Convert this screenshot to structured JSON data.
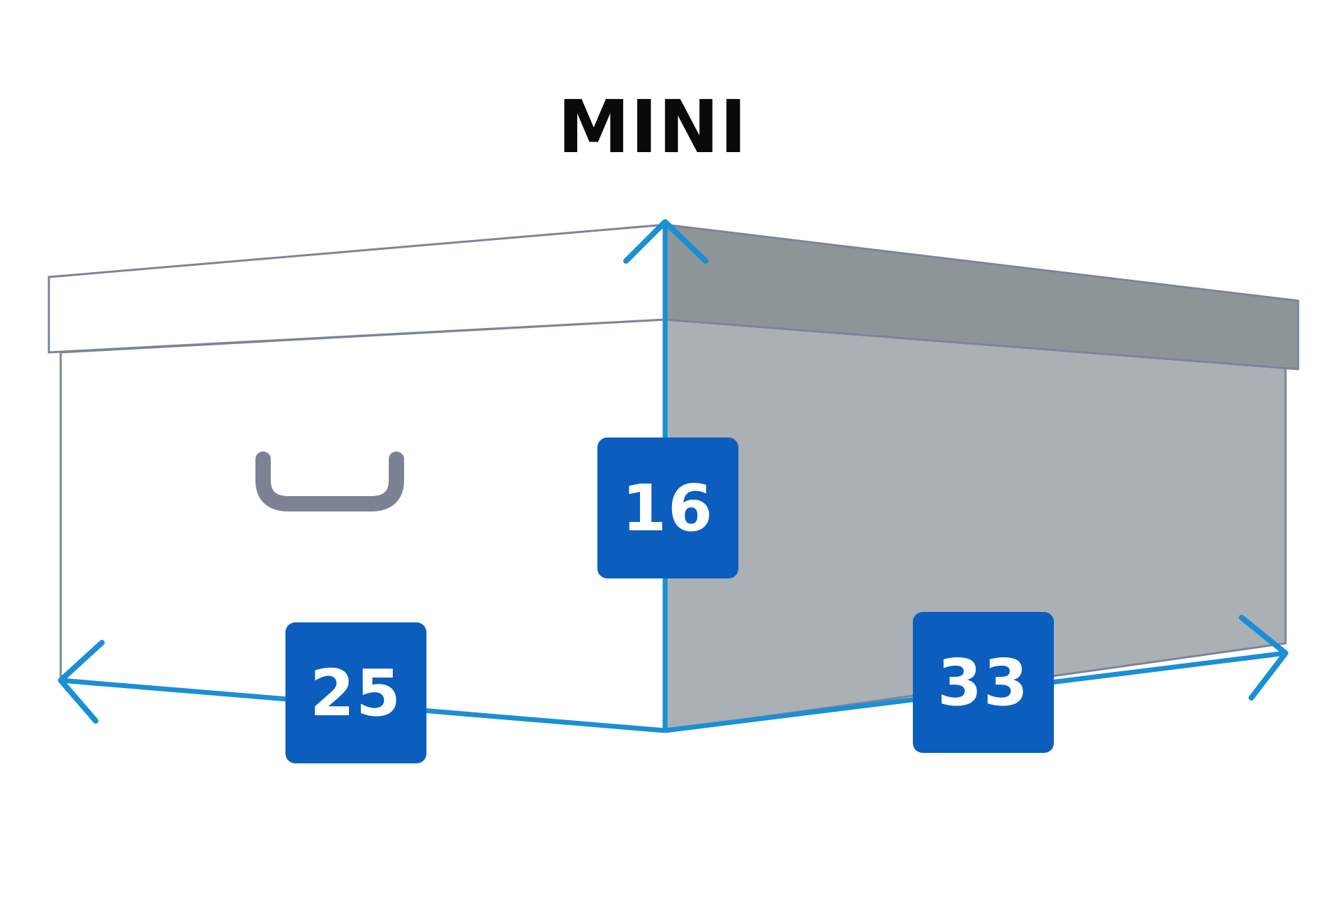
{
  "title": "MINI",
  "dimensions": {
    "height": "16",
    "width": "25",
    "depth": "33"
  },
  "colors": {
    "accent_blue": "#1a8fd6",
    "badge_blue": "#0b5ebe",
    "outline": "#7d8499",
    "lid_side": "#8e9599",
    "box_side": "#aab0b3",
    "handle": "#7c8293",
    "title": "#0a0a0a"
  },
  "icons": {
    "handle": "handle-icon",
    "arrow": "arrow-icon"
  }
}
